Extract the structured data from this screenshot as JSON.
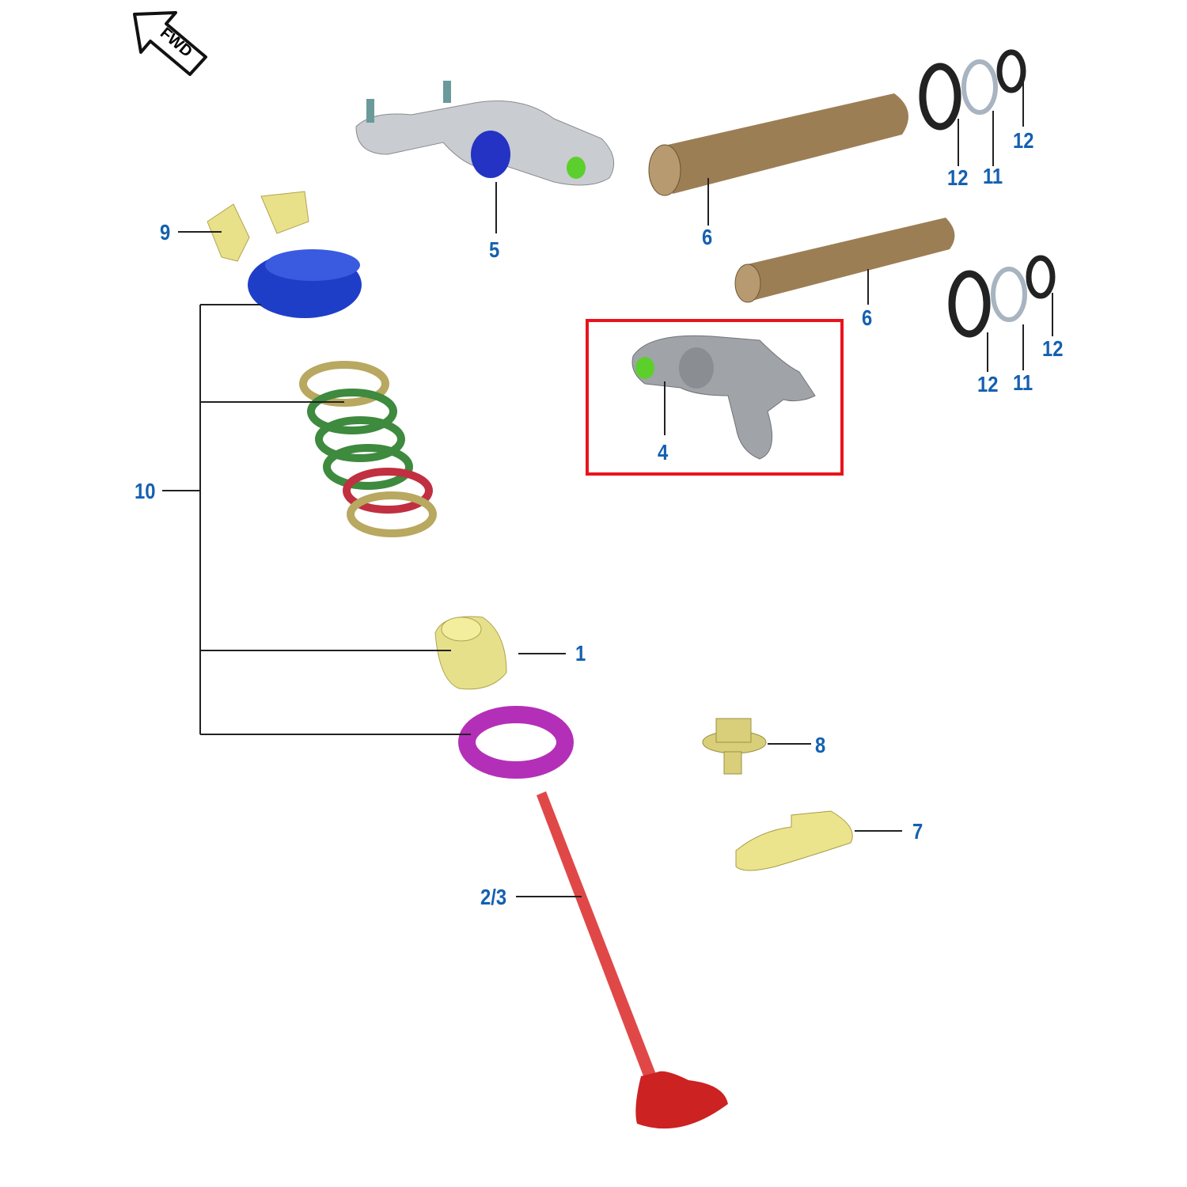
{
  "fwd_label": "FWD",
  "callouts": {
    "c1": "1",
    "c23": "2/3",
    "c4": "4",
    "c5": "5",
    "c6a": "6",
    "c6b": "6",
    "c7": "7",
    "c8": "8",
    "c9": "9",
    "c10": "10",
    "c11a": "11",
    "c11b": "11",
    "c12a": "12",
    "c12b": "12",
    "c12c": "12",
    "c12d": "12"
  },
  "colors": {
    "callout": "#1560b0",
    "highlight": "#e8141c"
  }
}
